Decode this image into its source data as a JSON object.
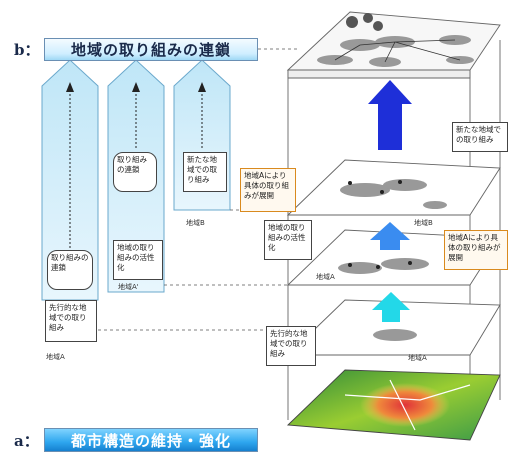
{
  "top_banner": {
    "mark": "b：",
    "title": "地域の取り組みの連鎖"
  },
  "bottom_banner": {
    "mark": "a：",
    "title": "都市構造の維持・強化"
  },
  "left_columns": {
    "col1": {
      "box_top": "取り組みの連鎖",
      "box_bottom": "先行的な地域での取り組み",
      "label": "地域A"
    },
    "col2": {
      "box_top": "取り組みの連鎖",
      "box_bottom": "地域の取り組みの活性化",
      "label": "地域A'"
    },
    "col3": {
      "box_top": "新たな地域での取り組み",
      "label": "地域B"
    }
  },
  "right_diagram": {
    "note_upper_left": "地域Aにより具体の取り組みが展開",
    "note_upper_right": "新たな地域での取り組み",
    "note_middle_left": "地域の取り組みの活性化",
    "note_middle_right": "地域Aにより具体の取り組みが展開",
    "note_bottom_left": "先行的な地域での取り組み",
    "label_b": "地域B",
    "label_a_mid": "地域A",
    "label_a_low": "地域A"
  },
  "colors": {
    "arrow_top": "#1e2fd8",
    "arrow_mid": "#3a8cf0",
    "arrow_low": "#23d8e8",
    "column_fill": "#bfe6f7",
    "banner_bottom": "#1a8fdf"
  }
}
